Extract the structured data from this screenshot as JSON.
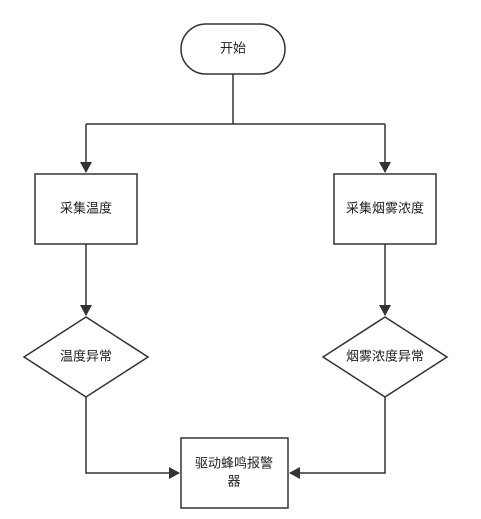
{
  "diagram": {
    "type": "flowchart",
    "colors": {
      "stroke": "#333333",
      "fill": "#ffffff",
      "text": "#222222"
    },
    "nodes": {
      "start": {
        "label": "开始",
        "shape": "terminator"
      },
      "collect_temp": {
        "label": "采集温度",
        "shape": "process"
      },
      "collect_smoke": {
        "label": "采集烟雾浓度",
        "shape": "process"
      },
      "temp_abnormal": {
        "label": "温度异常",
        "shape": "decision"
      },
      "smoke_abnormal": {
        "label": "烟雾浓度异常",
        "shape": "decision"
      },
      "drive_buzzer": {
        "label_line1": "驱动蜂鸣报警",
        "label_line2": "器",
        "shape": "process"
      }
    },
    "edges": [
      {
        "from": "start",
        "to": "collect_temp"
      },
      {
        "from": "start",
        "to": "collect_smoke"
      },
      {
        "from": "collect_temp",
        "to": "temp_abnormal"
      },
      {
        "from": "collect_smoke",
        "to": "smoke_abnormal"
      },
      {
        "from": "temp_abnormal",
        "to": "drive_buzzer"
      },
      {
        "from": "smoke_abnormal",
        "to": "drive_buzzer"
      }
    ]
  }
}
